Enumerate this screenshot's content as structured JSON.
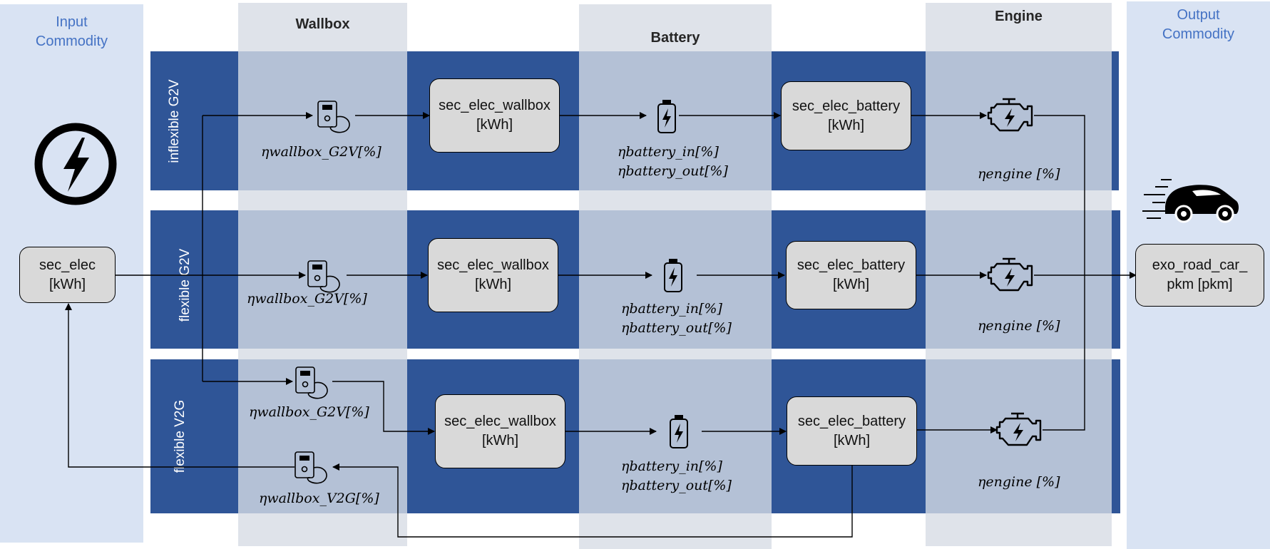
{
  "columns": {
    "input_commodity": {
      "line1": "Input",
      "line2": "Commodity"
    },
    "wallbox": "Wallbox",
    "battery": "Battery",
    "engine": "Engine",
    "output_commodity": {
      "line1": "Output",
      "line2": "Commodity"
    }
  },
  "rows": {
    "inflexible_g2v": "inflexible G2V",
    "flexible_g2v": "flexible G2V",
    "flexible_v2g": "flexible V2G"
  },
  "nodes": {
    "sec_elec": {
      "line1": "sec_elec",
      "line2": "[kWh]"
    },
    "wallbox_1": {
      "line1": "sec_elec_wallbox",
      "line2": "[kWh]"
    },
    "wallbox_2": {
      "line1": "sec_elec_wallbox",
      "line2": "[kWh]"
    },
    "wallbox_3": {
      "line1": "sec_elec_wallbox",
      "line2": "[kWh]"
    },
    "battery_1": {
      "line1": "sec_elec_battery",
      "line2": "[kWh]"
    },
    "battery_2": {
      "line1": "sec_elec_battery",
      "line2": "[kWh]"
    },
    "battery_3": {
      "line1": "sec_elec_battery",
      "line2": "[kWh]"
    },
    "output": {
      "line1": "exo_road_car_",
      "line2": "pkm [pkm]"
    }
  },
  "efficiencies": {
    "wallbox_g2v_1": "ηwallbox_G2V[%]",
    "wallbox_g2v_2": "ηwallbox_G2V[%]",
    "wallbox_g2v_3": "ηwallbox_G2V[%]",
    "wallbox_v2g": "ηwallbox_V2G[%]",
    "battery_in_1": "ηbattery_in[%]",
    "battery_out_1": "ηbattery_out[%]",
    "battery_in_2": "ηbattery_in[%]",
    "battery_out_2": "ηbattery_out[%]",
    "battery_in_3": "ηbattery_in[%]",
    "battery_out_3": "ηbattery_out[%]",
    "engine_1": "ηengine [%]",
    "engine_2": "ηengine [%]",
    "engine_3": "ηengine [%]"
  },
  "icons": [
    "electricity-icon",
    "car-icon",
    "wallbox-icon",
    "battery-icon",
    "engine-icon"
  ],
  "colors": {
    "row_band": "#2f5597",
    "light_cell": "#b4c1d6",
    "column_bg": "#dfe3ea",
    "commodity_bg": "#d9e3f3",
    "commodity_text": "#4472c4",
    "node_fill": "#d9d9d9"
  }
}
